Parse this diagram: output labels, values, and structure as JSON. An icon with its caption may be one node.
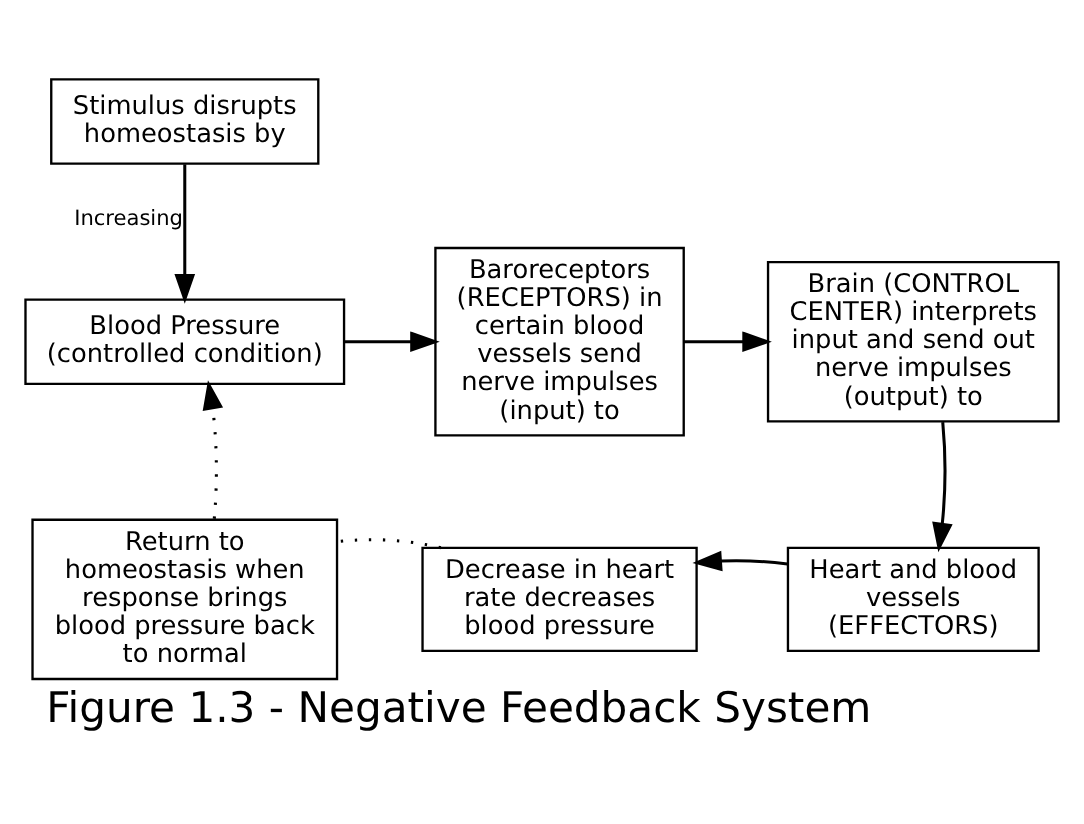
{
  "diagram": {
    "caption": "Figure 1.3 - Negative Feedback System",
    "nodes": [
      {
        "text": [
          "Stimulus disrupts homeostasis by"
        ]
      },
      {
        "text": [
          "Blood Pressure (controlled condition)"
        ]
      },
      {
        "text": [
          "Baroreceptors (RECEPTORS) in certain blood vessels send nerve impulses (input) to"
        ]
      },
      {
        "text": [
          "Brain (CONTROL CENTER) interprets input and send out nerve impulses (output) to"
        ]
      },
      {
        "text": [
          "Heart and blood vessels (EFFECTORS)"
        ]
      },
      {
        "text": [
          "Decrease in heart rate decreases blood pressure"
        ]
      },
      {
        "text": [
          "Return to homeostasis when response brings blood pressure back to normal"
        ]
      }
    ],
    "edges": [
      {
        "from": 0,
        "to": 1,
        "arrow": "to",
        "label": "Increasing"
      },
      {
        "from": 1,
        "to": 2,
        "arrow": "to"
      },
      {
        "from": 2,
        "to": 3,
        "arrow": "to"
      },
      {
        "from": 3,
        "to": 4,
        "arrow": "to"
      },
      {
        "from": 4,
        "to": 5,
        "arrow": "to"
      },
      {
        "from": 5,
        "to": 6,
        "arrow": "none",
        "style": "dashed"
      },
      {
        "from": 6,
        "to": 1,
        "arrow": "to",
        "style": "dashed"
      }
    ]
  }
}
